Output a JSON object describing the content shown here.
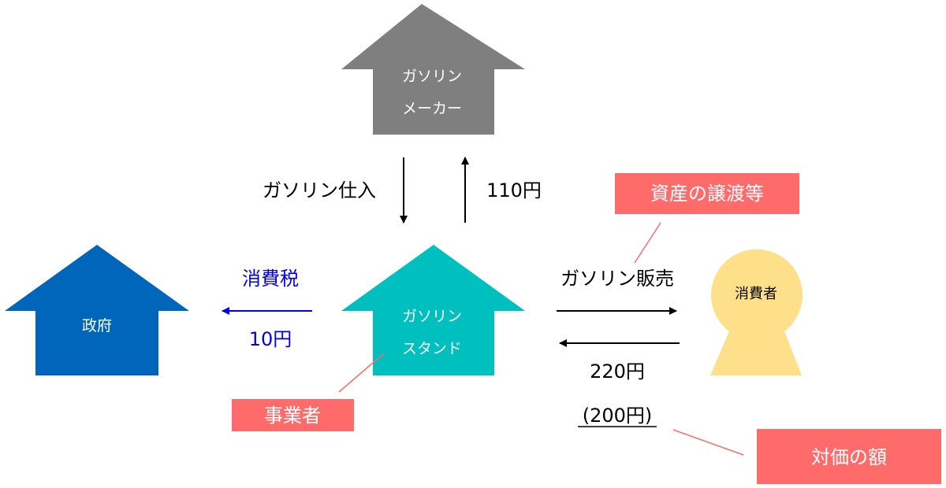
{
  "nodes": {
    "maker": {
      "line1": "ガソリン",
      "line2": "メーカー",
      "color": "#7f7f7f"
    },
    "stand": {
      "line1": "ガソリン",
      "line2": "スタンド",
      "color": "#00bfbf"
    },
    "government": {
      "label": "政府",
      "color": "#0066bb"
    },
    "consumer": {
      "label": "消費者",
      "color": "#ffe08a"
    }
  },
  "flows": {
    "purchase": {
      "label": "ガソリン仕入",
      "amount": "110円"
    },
    "sale": {
      "label": "ガソリン販売",
      "amount": "220円",
      "consideration": "(200円)"
    },
    "tax": {
      "label": "消費税",
      "amount": "10円",
      "color": "#0000ee"
    }
  },
  "callouts": {
    "asset_transfer": "資産の譲渡等",
    "business": "事業者",
    "consideration_amount": "対価の額",
    "color": "#ff6b6b"
  }
}
